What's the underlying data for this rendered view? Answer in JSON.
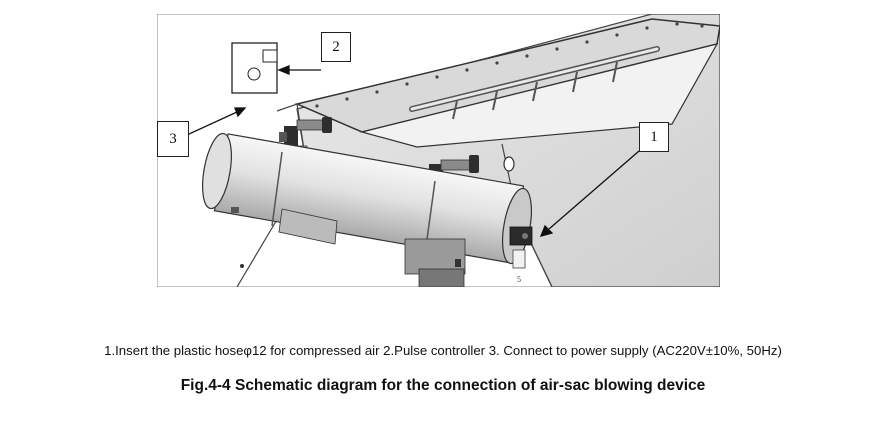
{
  "figure": {
    "callouts": [
      {
        "id": "1",
        "label": "1"
      },
      {
        "id": "2",
        "label": "2"
      },
      {
        "id": "3",
        "label": "3"
      }
    ],
    "small_label": "5"
  },
  "caption": {
    "legend": "1.Insert the plastic hoseφ12 for compressed air   2.Pulse controller 3. Connect to power supply (AC220V±10%, 50Hz)",
    "title": "Fig.4-4 Schematic diagram for the connection of air-sac blowing device"
  }
}
